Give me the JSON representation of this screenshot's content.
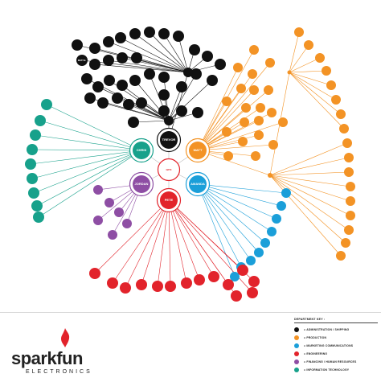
{
  "colors": {
    "black": "#111111",
    "orange": "#f39325",
    "blue": "#1b9fd9",
    "red": "#e2232b",
    "purple": "#8e4ea4",
    "teal": "#17a18b"
  },
  "center": {
    "label": "NATE"
  },
  "hubs": [
    {
      "label": "TREVOR",
      "color": "black"
    },
    {
      "label": "MATT",
      "color": "orange"
    },
    {
      "label": "AMANDA",
      "color": "blue"
    },
    {
      "label": "PETE",
      "color": "red"
    },
    {
      "label": "JORDAN",
      "color": "purple"
    },
    {
      "label": "CHRIS",
      "color": "teal"
    }
  ],
  "black_nodes": [
    "",
    "",
    "",
    "",
    "",
    "",
    "",
    "",
    "MATT B.",
    "",
    "",
    "",
    "",
    "",
    "",
    "",
    "",
    "",
    "",
    "",
    "",
    "",
    "",
    ""
  ],
  "orange_nodes": [
    "",
    "",
    "",
    "",
    "",
    "",
    "",
    "",
    "",
    "",
    "",
    "",
    "",
    "",
    "",
    "",
    "",
    "",
    "",
    ""
  ],
  "blue_nodes": [
    "",
    "",
    "",
    "",
    "",
    "",
    "",
    "",
    ""
  ],
  "red_nodes": [
    "",
    "",
    "",
    "",
    "",
    "",
    "",
    "",
    "",
    "",
    "",
    "",
    "",
    ""
  ],
  "purple_nodes": [
    "",
    "",
    "",
    "",
    "",
    ""
  ],
  "teal_nodes": [
    "",
    "",
    "",
    "",
    "",
    "",
    "",
    "",
    ""
  ],
  "footer": {
    "brand": "sparkfun",
    "sub": "ELECTRONICS",
    "key_title": "DEPARTMENT KEY :",
    "key_items": [
      {
        "label": "= ADMINISTRATION / SHIPPING",
        "color": "black"
      },
      {
        "label": "= PRODUCTION",
        "color": "orange"
      },
      {
        "label": "= MARKETING COMMUNICATIONS",
        "color": "blue"
      },
      {
        "label": "= ENGINEERING",
        "color": "red"
      },
      {
        "label": "= FINANCING / HUMAN RESOURCES",
        "color": "purple"
      },
      {
        "label": "= INFORMATION TECHNOLOGY",
        "color": "teal"
      }
    ]
  }
}
